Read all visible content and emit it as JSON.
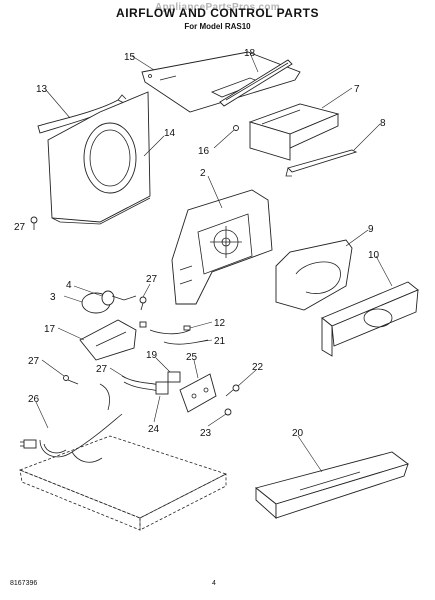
{
  "header": {
    "title": "AIRFLOW AND CONTROL PARTS",
    "watermark": "AppliancePartsPros.com",
    "subtitle": "For Model RAS10"
  },
  "footer": {
    "doc_number": "8167396",
    "page_number": "4"
  },
  "callouts": [
    "15",
    "18",
    "13",
    "7",
    "14",
    "16",
    "8",
    "2",
    "27",
    "9",
    "10",
    "4",
    "27",
    "3",
    "12",
    "17",
    "21",
    "27",
    "22",
    "19",
    "25",
    "27",
    "26",
    "24",
    "23",
    "20"
  ]
}
